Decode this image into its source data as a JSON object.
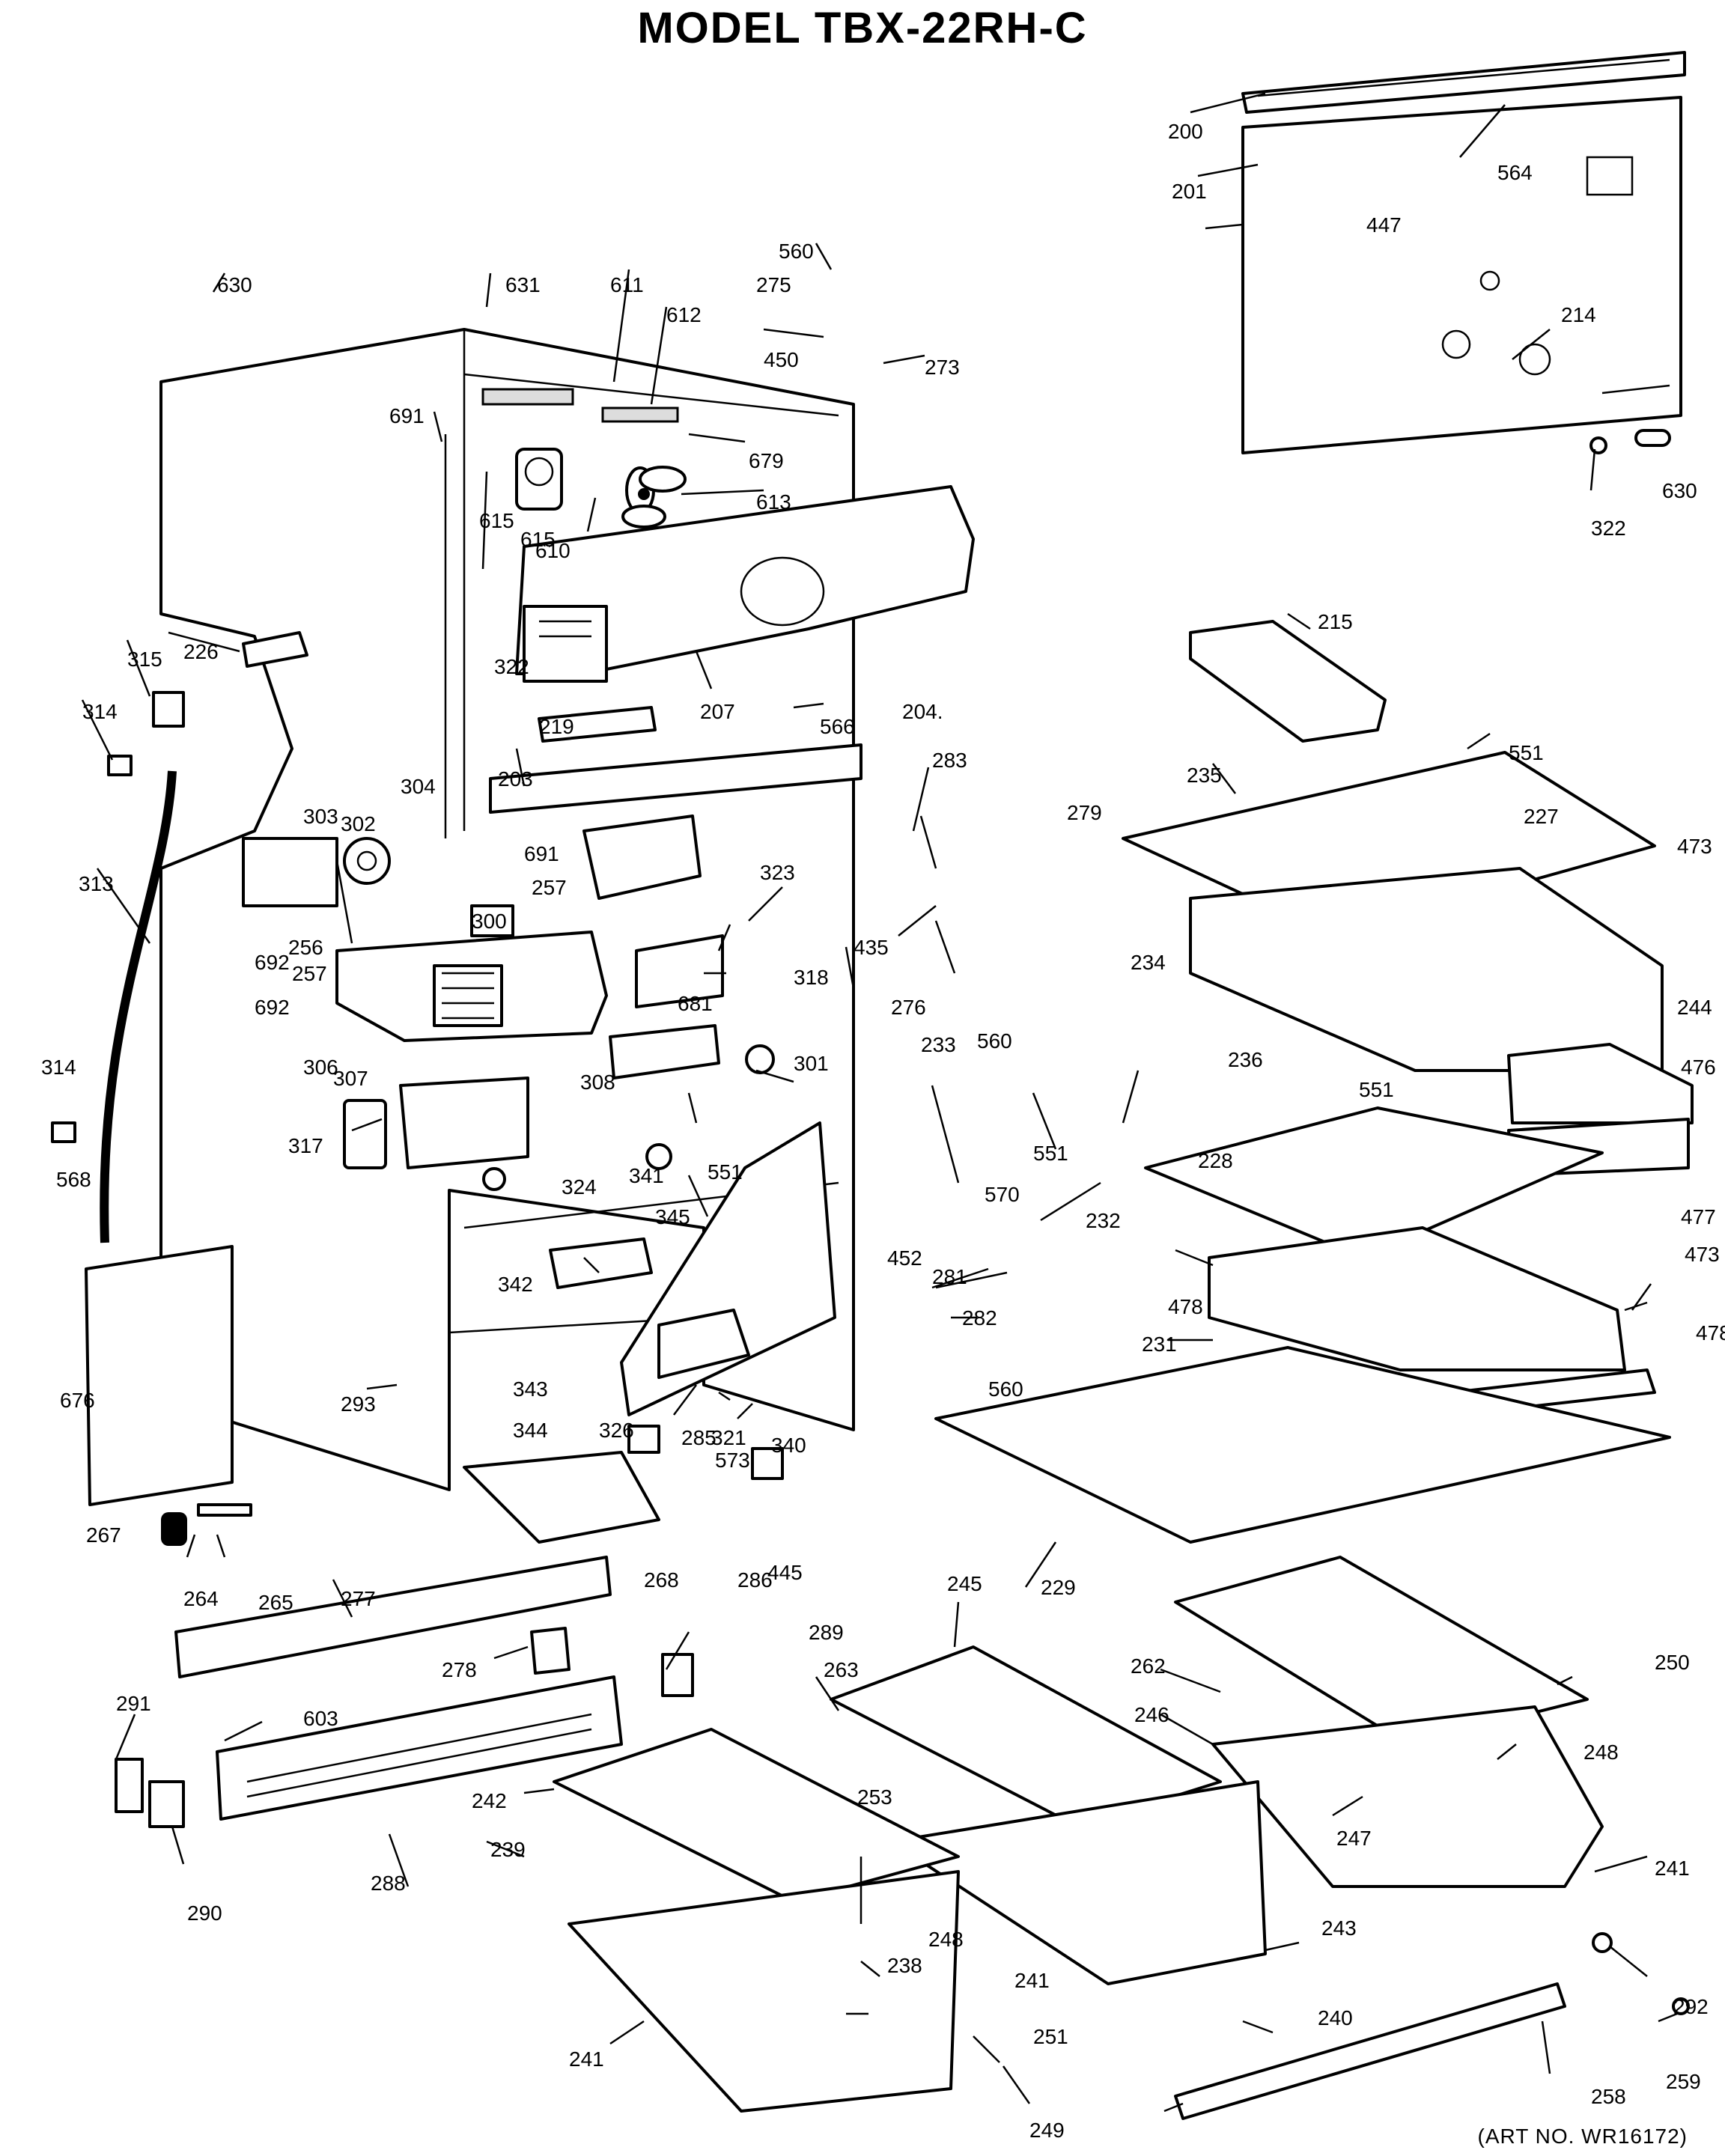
{
  "title": "MODEL TBX-22RH-C",
  "art_no": "(ART NO. WR16172)",
  "callouts": [
    "200",
    "201",
    "564",
    "447",
    "560",
    "275",
    "450",
    "273",
    "214",
    "322",
    "630",
    "630",
    "631",
    "611",
    "612",
    "691",
    "679",
    "615",
    "610",
    "615",
    "613",
    "207",
    "322",
    "566",
    "204.",
    "203",
    "219",
    "215",
    "551",
    "227",
    "235",
    "473",
    "234",
    "244",
    "236",
    "476",
    "551",
    "228",
    "477",
    "473",
    "478",
    "231",
    "478",
    "229",
    "226",
    "315",
    "314",
    "313",
    "303",
    "302",
    "304",
    "300",
    "257",
    "692",
    "691",
    "323",
    "435",
    "283",
    "279",
    "276",
    "560",
    "256",
    "257",
    "692",
    "318",
    "681",
    "306",
    "307",
    "301",
    "308",
    "233",
    "232",
    "551",
    "570",
    "341",
    "551",
    "317",
    "324",
    "345",
    "452",
    "281",
    "282",
    "560",
    "342",
    "343",
    "344",
    "326",
    "321",
    "573",
    "340",
    "285",
    "445",
    "286",
    "268",
    "314",
    "568",
    "676",
    "293",
    "267",
    "264",
    "265",
    "277",
    "278",
    "289",
    "263",
    "245",
    "262",
    "250",
    "246",
    "248",
    "247",
    "241",
    "291",
    "603",
    "288",
    "290",
    "242",
    "239",
    "253",
    "248",
    "238",
    "241",
    "243",
    "240",
    "241",
    "251",
    "249",
    "292",
    "259",
    "258"
  ]
}
